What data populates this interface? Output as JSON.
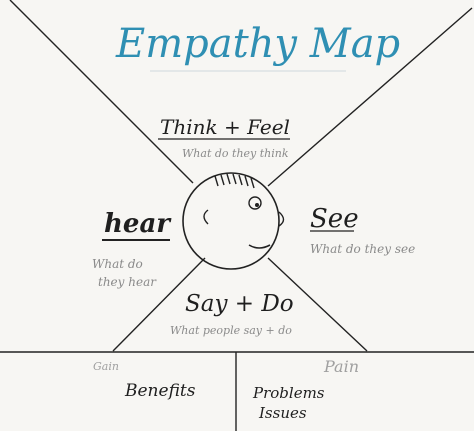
{
  "title": "Empathy Map",
  "quadrants": {
    "think_feel": {
      "label": "Think + Feel",
      "prompt": "What do they think"
    },
    "hear": {
      "label": "hear",
      "prompt_line1": "What do",
      "prompt_line2": "they hear"
    },
    "see": {
      "label": "See",
      "prompt": "What do they see"
    },
    "say_do": {
      "label": "Say + Do",
      "prompt": "What people say + do"
    }
  },
  "bottom": {
    "gain": {
      "label": "Gain",
      "text": "Benefits"
    },
    "pain": {
      "label": "Pain",
      "text_line1": "Problems",
      "text_line2": "Issues"
    }
  },
  "colors": {
    "accent": "#2f8fb3",
    "ink": "#1f1f1f",
    "muted": "#8a8a8a",
    "paper": "#f7f6f3"
  }
}
